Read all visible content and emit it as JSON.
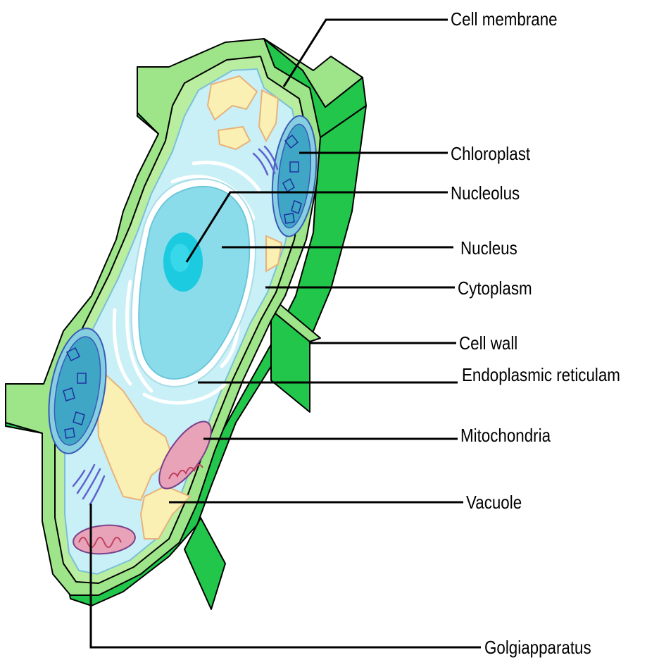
{
  "labels": {
    "cell_membrane": "Cell membrane",
    "chloroplast": "Chloroplast",
    "nucleolus": "Nucleolus",
    "nucleus": "Nucleus",
    "cytoplasm": "Cytoplasm",
    "cell_wall": "Cell wall",
    "endoplasmic_reticulum": "Endoplasmic reticulam",
    "mitochondria": "Mitochondria",
    "vacuole": "Vacuole",
    "golgi_apparatus": "Golgiapparatus"
  },
  "colors": {
    "cell_wall_dark": "#22c64a",
    "cell_wall_light": "#9ee58a",
    "cytoplasm": "#c8f0f6",
    "nucleus": "#8adcea",
    "nucleolus": "#1ccbe0",
    "vacuole": "#fbf0b4",
    "chloroplast": "#3fa6c6",
    "mitochondria": "#e8a3b8",
    "golgi": "#6060d0"
  }
}
